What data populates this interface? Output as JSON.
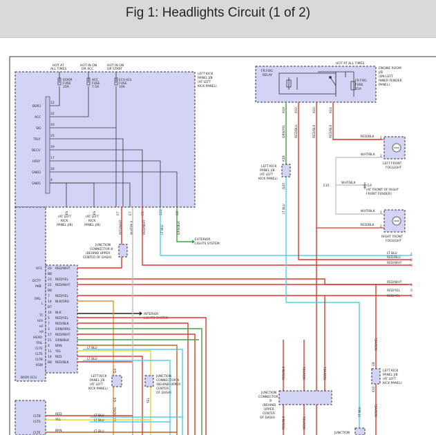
{
  "header": {
    "title": "Fig 1: Headlights Circuit (1 of 2)"
  },
  "colors": {
    "black": "#222222",
    "red": "#e3352b",
    "lt_blu": "#4fd1e8",
    "blue": "#2b6fd6",
    "yellow": "#e8d62a",
    "green": "#3fa33f",
    "brown": "#b5651d",
    "orange": "#ef8a2f",
    "white": "#bbbbbb",
    "box_fill": "#d3d3f5",
    "title_bar": "#d9d9d9"
  },
  "left_panel": {
    "supply_labels": [
      "HOT AT",
      "ALL TIMES",
      "HOT IN ON",
      "OR ACC",
      "HOT IN ON",
      "OR START"
    ],
    "fuses": [
      "DOOR",
      "FUSE",
      "25A",
      "ACC",
      "FUSE",
      "7.5A",
      "ECU-IG1",
      "FUSE",
      "10A"
    ],
    "panel_name": [
      "LEFT KICK",
      "PANEL J/B",
      "(AT LEFT",
      "KICK PANEL)"
    ],
    "pins": [
      "BDR1",
      "ACC",
      "SIG",
      "TRLY",
      "BECU",
      "HRLY",
      "GND2",
      "GND1"
    ],
    "pin_numbers": [
      "12",
      "22",
      "10",
      "15",
      "19",
      "17",
      "16",
      "4"
    ],
    "bottom_pins": [
      "1G",
      "1G",
      "E7",
      "E7",
      "E5",
      "G22",
      "G8"
    ],
    "ground_labels": [
      "(AT LEFT",
      "KICK",
      "PANEL J/B)",
      "(AT LEFT",
      "KICK",
      "PANEL J/B)"
    ],
    "wire_labels": [
      "RED/WHT",
      "WHT/BLK",
      "RED/WHT",
      "LT BLU",
      "GRN/BLK"
    ],
    "exterior": [
      "EXTERIOR",
      "LIGHTS SYSTEM"
    ]
  },
  "junction_upper": [
    "JUNCTION",
    "CONNECTOR 8",
    "(BEHIND UPPER",
    "CENTER OF DASH)"
  ],
  "body_ecu": {
    "name": "BODY ECU",
    "pins": [
      "HF2",
      "",
      "DCTY",
      "PKB",
      "",
      "DRL",
      "L",
      "",
      "TC",
      "H/U",
      "HF",
      "HP",
      "HEAD",
      "TAIL",
      "CLTE",
      "CLTS",
      "CLTB",
      "KSW"
    ],
    "pin_numbers": [
      "20",
      "B8",
      "23",
      "22",
      "B8",
      "7",
      "14",
      "B7",
      "16",
      "5",
      "7",
      "3",
      "17",
      "21",
      "4",
      "11",
      "14",
      "B8"
    ],
    "wires": [
      "RED/WHT",
      "",
      "RED/YEL",
      "RED/WHT",
      "",
      "RED/YEL",
      "BLK/ORG",
      "",
      "BLK",
      "RED/YEL",
      "RED/BLK",
      "GRN/ORG",
      "RED/WHT",
      "GRN/BLK",
      "BRN",
      "YEL",
      "RED",
      "RED/BLK"
    ],
    "interior": [
      "INTERIOR",
      "LIGHTS SYSTEM"
    ]
  },
  "mid_wires": [
    "LT BLU",
    "LT BLU"
  ],
  "lower_left_junctions": {
    "kick": [
      "LEFT KICK",
      "PANEL J/B",
      "(AT LEFT",
      "KICK PANEL)"
    ],
    "jc9": [
      "JUNCTION",
      "CONNECTOR 9",
      "(BEHIND UPPER",
      "CENTER",
      "OF DASH)"
    ],
    "pins": [
      "G3",
      "G5",
      "YEL",
      "BLK/ORG"
    ]
  },
  "bottom_left_box": {
    "pins": [
      "CLTB",
      "CLTS",
      "CLTE"
    ],
    "wires": [
      "RED",
      "YEL",
      "LT BLU",
      "LT BLU",
      "BRN",
      "LT BLU"
    ]
  },
  "fog_relay": {
    "supply": "HOT AT ALL TIMES",
    "relay": [
      "FR FOG",
      "RELAY"
    ],
    "fuse": [
      "FR FOG",
      "FUSE",
      "15A"
    ],
    "engine_room": [
      "ENGINE ROOM",
      "J/B",
      "(ON LEFT",
      "INNER FENDER",
      "PANEL)"
    ],
    "pins": [
      "A19",
      "A10",
      "A10",
      "A14"
    ],
    "wires": [
      "GRN/YEL",
      "RED/BLU",
      "RED/BLK",
      "RED/BLK"
    ]
  },
  "kick_right": {
    "label": [
      "LEFT KICK",
      "PANEL J/B",
      "(AT LEFT",
      "KICK PANEL)"
    ],
    "pins": [
      "K18",
      "G20"
    ],
    "wire": "LT BLU"
  },
  "foglights": {
    "left": [
      "LEFT FRONT",
      "FOGLIGHT"
    ],
    "right": [
      "RIGHT FRONT",
      "FOGLIGHT"
    ],
    "wires": [
      "RED/BLK",
      "WHT/BLK",
      "WHT/BLK",
      "RED/BLK"
    ],
    "pins": [
      "1",
      "2",
      "1",
      "2"
    ],
    "ground": "E15",
    "ea": [
      "EA",
      "(AT FRONT OF RIGHT",
      "FRONT FENDER)"
    ],
    "ea_wire": "WHT/BLK"
  },
  "right_outputs": {
    "wires": [
      "LT BLU",
      "RED/BLU",
      "RED/WHT",
      "RED/WHT",
      "RED/YEL",
      "RED/YEL"
    ],
    "numbers": [
      "1",
      "2",
      "3",
      "4",
      "5",
      "6"
    ]
  },
  "bottom_right": {
    "kick_label": [
      "LEFT KICK",
      "PANEL J/B",
      "(AT LEFT",
      "KICK PANEL)"
    ],
    "kick_pins": [
      "E8",
      "K10"
    ],
    "jc": [
      "JUNCTION",
      "CONNECTOR",
      "9",
      "(BEHIND",
      "UPPER",
      "CENTER",
      "OF DASH)"
    ],
    "wires": [
      "RED/BLK",
      "RED/YEL",
      "RED/YEL",
      "RED/YEL",
      "LT BLU",
      "RED/YEL",
      "RED/BLK",
      "RED/YEL"
    ],
    "bottom_jc": "JUNCTION"
  }
}
